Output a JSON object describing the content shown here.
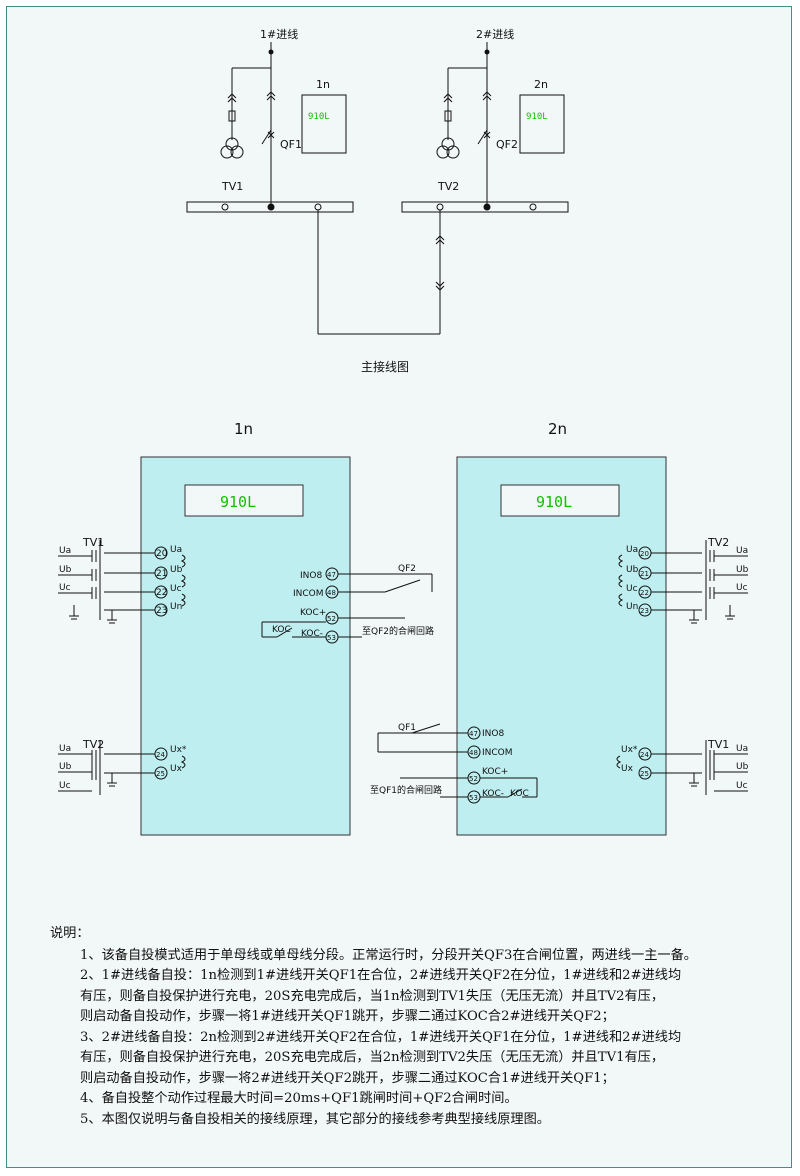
{
  "line1": "1#进线",
  "line2": "2#进线",
  "dev1": "1n",
  "dev2": "2n",
  "model": "910L",
  "qf1": "QF1",
  "qf2": "QF2",
  "tv1": "TV1",
  "tv2": "TV2",
  "main_caption": "主接线图",
  "panel1": {
    "title": "1n",
    "display": "910L",
    "tv1": "TV1",
    "tv2": "TV2",
    "ua": "Ua",
    "ub": "Ub",
    "uc": "Uc",
    "t20": "20",
    "t21": "21",
    "t22": "22",
    "t23": "23",
    "n20": "Ua",
    "n21": "Ub",
    "n22": "Uc",
    "n23": "Un",
    "t24": "24",
    "t25": "25",
    "n24": "Ux*",
    "n25": "Ux",
    "ino8": "INO8",
    "incom": "INCOM",
    "t47": "47",
    "t48": "48",
    "kocp": "KOC+",
    "kocm": "KOC-",
    "t52": "52",
    "t53": "53",
    "koc": "KOC",
    "qf2": "QF2",
    "close": "至QF2的合闸回路"
  },
  "panel2": {
    "title": "2n",
    "display": "910L",
    "tv1": "TV1",
    "tv2": "TV2",
    "ua": "Ua",
    "ub": "Ub",
    "uc": "Uc",
    "n20": "Ua",
    "n21": "Ub",
    "n22": "Uc",
    "n23": "Un",
    "n24": "Ux*",
    "n25": "Ux",
    "t20": "20",
    "t21": "21",
    "t22": "22",
    "t23": "23",
    "t24": "24",
    "t25": "25",
    "ino8": "INO8",
    "incom": "INCOM",
    "t47": "47",
    "t48": "48",
    "kocp": "KOC+",
    "kocm": "KOC-",
    "t52": "52",
    "t53": "53",
    "koc": "KOC",
    "qf1": "QF1",
    "close": "至QF1的合闸回路"
  },
  "notes": {
    "title": "说明：",
    "n1": "1、该备自投模式适用于单母线或单母线分段。正常运行时，分段开关QF3在合闸位置，两进线一主一备。",
    "n2a": "2、1#进线备自投：1n检测到1#进线开关QF1在合位，2#进线开关QF2在分位，1#进线和2#进线均",
    "n2b": "有压，则备自投保护进行充电，20S充电完成后，当1n检测到TV1失压（无压无流）并且TV2有压，",
    "n2c": "则启动备自投动作，步骤一将1#进线开关QF1跳开，步骤二通过KOC合2#进线开关QF2；",
    "n3a": "3、2#进线备自投：2n检测到2#进线开关QF2在合位，1#进线开关QF1在分位，1#进线和2#进线均",
    "n3b": "有压，则备自投保护进行充电，20S充电完成后，当2n检测到TV2失压（无压无流）并且TV1有压，",
    "n3c": "则启动备自投动作，步骤一将2#进线开关QF2跳开，步骤二通过KOC合1#进线开关QF1；",
    "n4": "4、备自投整个动作过程最大时间=20ms+QF1跳闸时间+QF2合闸时间。",
    "n5": "5、本图仅说明与备自投相关的接线原理，其它部分的接线参考典型接线原理图。"
  },
  "colors": {
    "panel": "#bfeef0",
    "lcd": "#12c000",
    "line": "#111111"
  }
}
